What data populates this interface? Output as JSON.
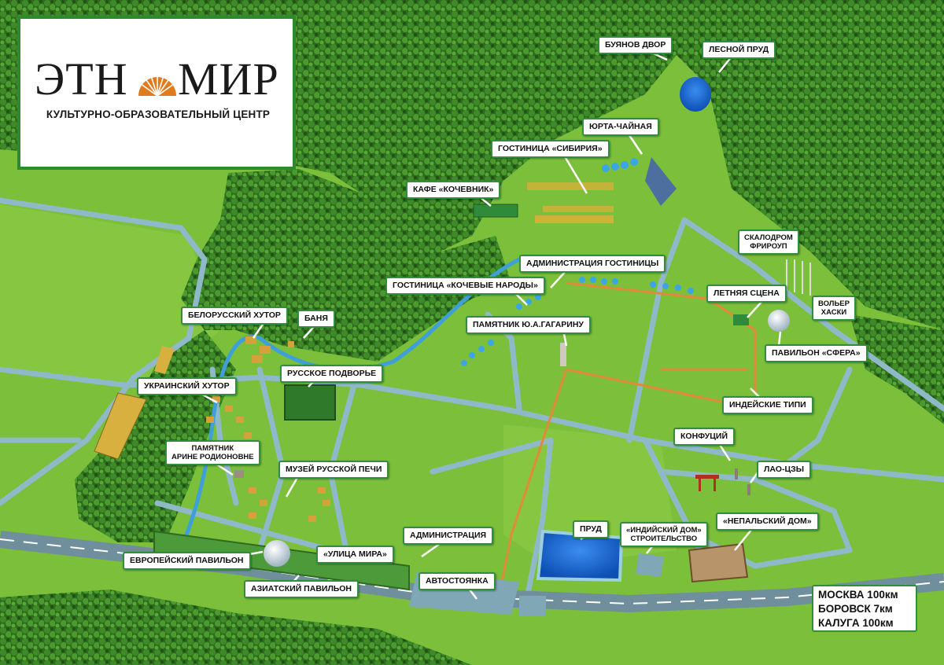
{
  "logo": {
    "name_part1": "ЭТН",
    "name_part2": "МИР",
    "subtitle": "КУЛЬТУРНО-ОБРАЗОВАТЕЛЬНЫЙ ЦЕНТР",
    "sun_icon": "sun-rays-icon",
    "accent_color": "#e07b1e",
    "border_color": "#2e8a2e"
  },
  "labels": {
    "buyanov_dvor": "БУЯНОВ ДВОР",
    "lesnoy_prud": "ЛЕСНОЙ ПРУД",
    "yurta_chaynaya": "ЮРТА-ЧАЙНАЯ",
    "gostinitsa_sibiriya": "ГОСТИНИЦА «СИБИРИЯ»",
    "kafe_kochevnik": "КАФЕ «КОЧЕВНИК»",
    "skalodrom_line1": "СКАЛОДРОМ",
    "skalodrom_line2": "ФРИРОУП",
    "admin_gostinitsy": "АДМИНИСТРАЦИЯ ГОСТИНИЦЫ",
    "gostinitsa_kochevye": "ГОСТИНИЦА «КОЧЕВЫЕ НАРОДЫ»",
    "letnyaya_stsena": "ЛЕТНЯЯ СЦЕНА",
    "volyer_line1": "ВОЛЬЕР",
    "volyer_line2": "ХАСКИ",
    "pamyatnik_gagarinu": "ПАМЯТНИК Ю.А.ГАГАРИНУ",
    "belorussky_khutor": "БЕЛОРУССКИЙ ХУТОР",
    "banya": "БАНЯ",
    "pavilion_sfera": "ПАВИЛЬОН «СФЕРА»",
    "russkoe_podvorye": "РУССКОЕ ПОДВОРЬЕ",
    "ukrainsky_khutor": "УКРАИНСКИЙ ХУТОР",
    "indeyskie_tipi": "ИНДЕЙСКИЕ ТИПИ",
    "konfutsiy": "КОНФУЦИЙ",
    "arina_line1": "ПАМЯТНИК",
    "arina_line2": "АРИНЕ РОДИОНОВНЕ",
    "lao_tszy": "ЛАО-ЦЗЫ",
    "muzey_pechi": "МУЗЕЙ РУССКОЙ ПЕЧИ",
    "prud": "ПРУД",
    "indiysky_line1": "«ИНДИЙСКИЙ ДОМ»",
    "indiysky_line2": "СТРОИТЕЛЬСТВО",
    "nepalsky_dom": "«НЕПАЛЬСКИЙ ДОМ»",
    "administratsiya": "АДМИНИСТРАЦИЯ",
    "ulitsa_mira": "«УЛИЦА МИРА»",
    "evropeysky": "ЕВРОПЕЙСКИЙ ПАВИЛЬОН",
    "avtostoyanka": "АВТОСТОЯНКА",
    "aziatsky": "АЗИАТСКИЙ ПАВИЛЬОН"
  },
  "distances": {
    "moskva": "МОСКВА 100км",
    "borovsk": "БОРОВСК 7км",
    "kaluga": "КАЛУГА 100км"
  },
  "colors": {
    "field": "#7bbf3a",
    "forest": "#2f6b1f",
    "path": "#8fb9c9",
    "orange_path": "#e08a3a",
    "water": "#1a6fd6",
    "label_border": "#2f8f3a"
  }
}
